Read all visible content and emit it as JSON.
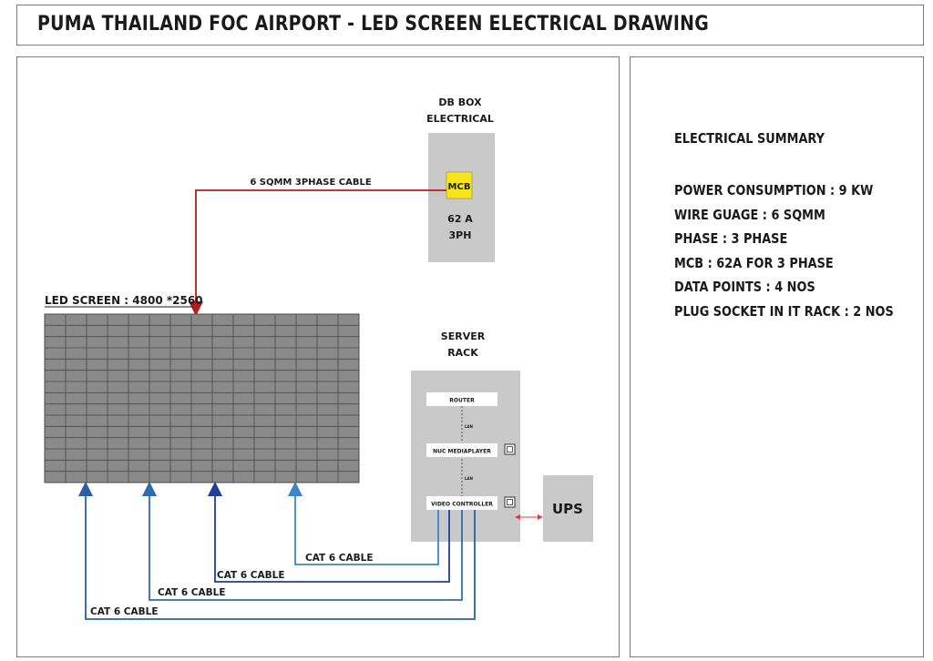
{
  "title": "PUMA THAILAND FOC AIRPORT - LED SCREEN ELECTRICAL DRAWING",
  "diagram": {
    "db_box": {
      "title_line1": "DB BOX",
      "title_line2": "ELECTRICAL",
      "mcb_label": "MCB",
      "rating_line1": "62 A",
      "rating_line2": "3PH"
    },
    "power_cable_label": "6 SQMM 3PHASE CABLE",
    "led_screen_label": "LED SCREEN : 4800 *2560",
    "server_rack": {
      "title_line1": "SERVER",
      "title_line2": "RACK",
      "router_label": "ROUTER",
      "mediaplayer_label": "NUC MEDIAPLAYER",
      "controller_label": "VIDEO CONTROLLER",
      "link_label_1": "LAN",
      "link_label_2": "LAN"
    },
    "ups_label": "UPS",
    "cat_cable_labels": [
      "CAT 6 CABLE",
      "CAT 6 CABLE",
      "CAT 6 CABLE",
      "CAT 6 CABLE"
    ],
    "colors": {
      "power_cable": "#b01e1e",
      "ups_link": "#d94040",
      "cat_cable_1": "#2a5ea8",
      "cat_cable_2": "#1f3f9a",
      "cat_cable_3": "#2c6cb0",
      "cat_cable_4": "#3a86cc",
      "box_fill": "#c9c9c9",
      "mcb_fill": "#f7e51a",
      "led_panel": "#8a8a8a",
      "led_grid": "#4a4a4a"
    }
  },
  "summary": {
    "title": "ELECTRICAL SUMMARY",
    "items": [
      "POWER CONSUMPTION : 9 KW",
      "WIRE GUAGE :  6 SQMM",
      "PHASE : 3 PHASE",
      "MCB : 62A FOR 3 PHASE",
      "DATA POINTS : 4 NOS",
      "PLUG SOCKET IN IT RACK : 2 NOS"
    ]
  }
}
